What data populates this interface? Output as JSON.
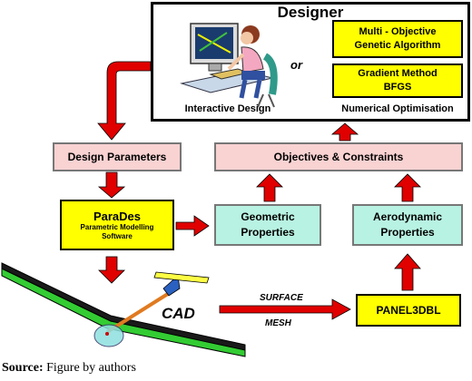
{
  "designer": {
    "title": "Designer",
    "or_label": "or",
    "interactive_caption": "Interactive Design",
    "numerical_caption": "Numerical Optimisation",
    "moga": [
      "Multi - Objective",
      "Genetic Algorithm"
    ],
    "gradient": [
      "Gradient Method",
      "BFGS"
    ]
  },
  "design_parameters": "Design Parameters",
  "objectives": "Objectives & Constraints",
  "parades": {
    "title": "ParaDes",
    "subtitle": [
      "Parametric Modelling",
      "Software"
    ]
  },
  "geometric": [
    "Geometric",
    "Properties"
  ],
  "aerodynamic": [
    "Aerodynamic",
    "Properties"
  ],
  "panel": "PANEL3DBL",
  "cad": "CAD",
  "surface": "SURFACE",
  "mesh": "MESH",
  "source": {
    "bold": "Source:",
    "text": " Figure by authors"
  },
  "colors": {
    "arrow": "#e00000",
    "yellow": "#ffff00",
    "pink": "#f9d2d2",
    "teal": "#b8f2e2"
  }
}
